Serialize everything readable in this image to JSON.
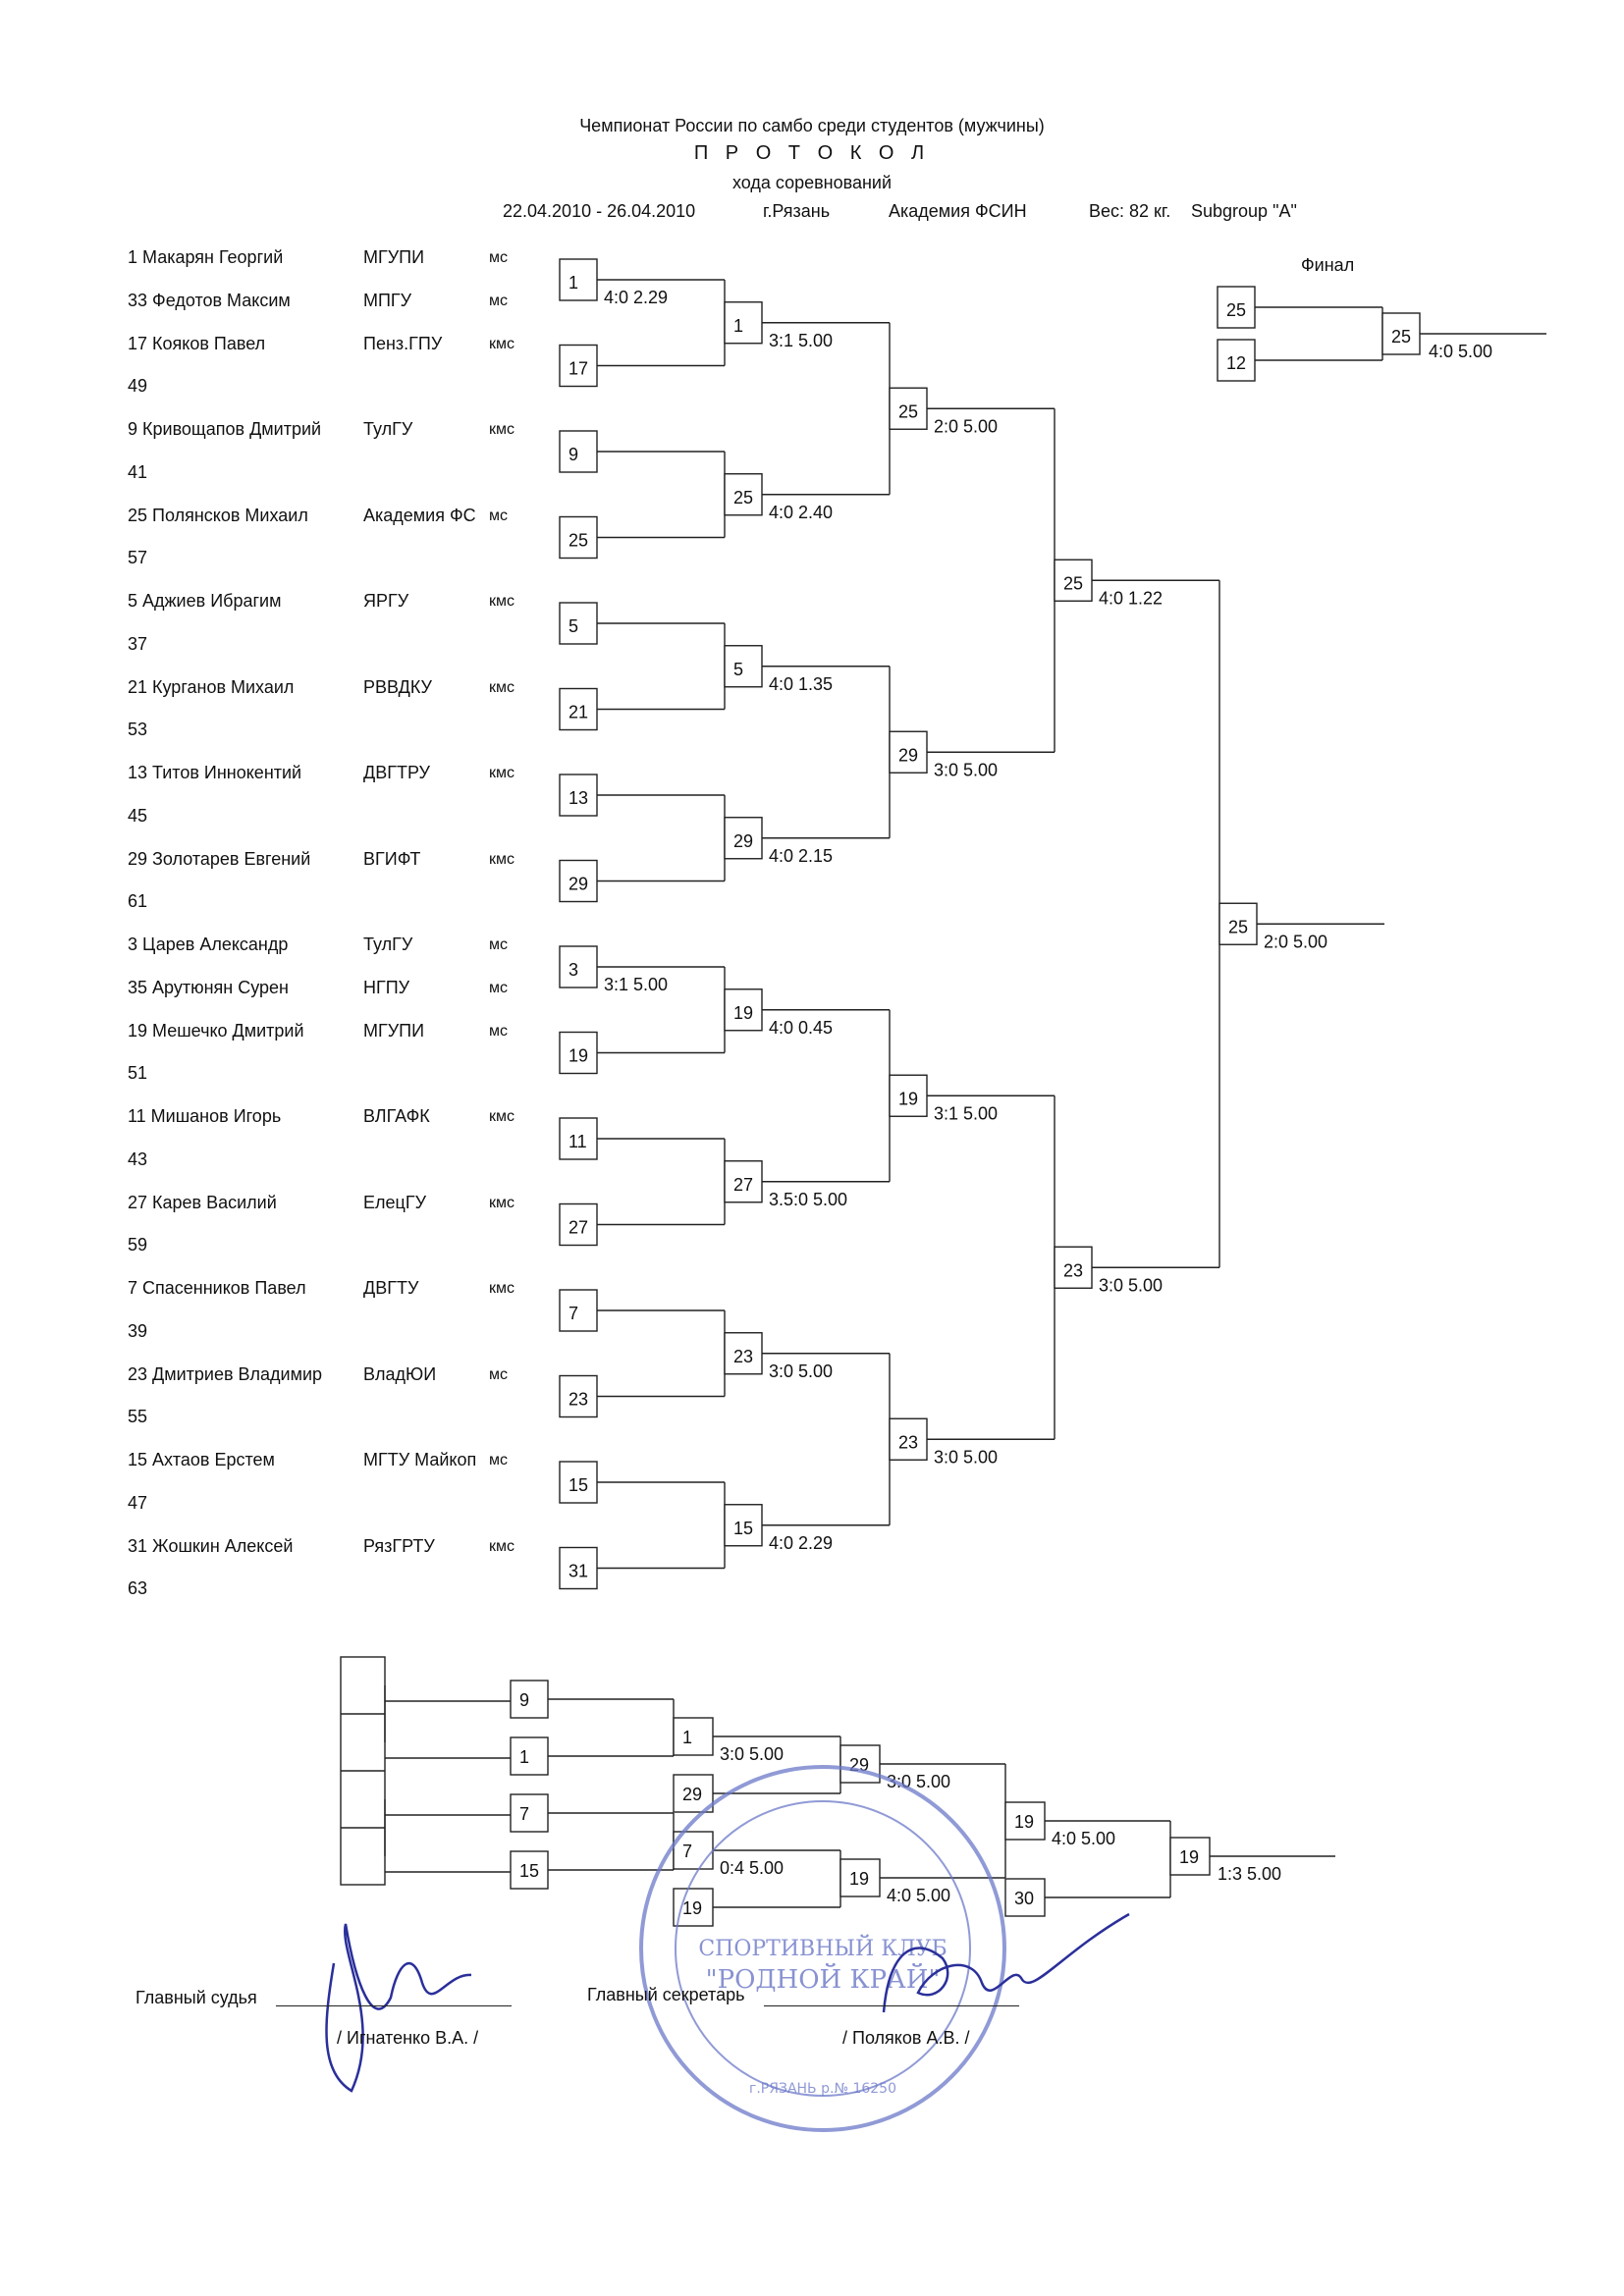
{
  "header": {
    "title": "Чемпионат России по самбо среди студентов (мужчины)",
    "protocol": "П Р О Т О К О Л",
    "subtitle": "хода соревнований",
    "dates": "22.04.2010 - 26.04.2010",
    "city": "г.Рязань",
    "venue": "Академия ФСИН",
    "weight": "Вес: 82 кг.",
    "subgroup": "Subgroup \"A\""
  },
  "participants": [
    {
      "text": "1   Макарян Георгий",
      "org": "МГУПИ",
      "rank": "мс"
    },
    {
      "text": "33 Федотов Максим",
      "org": "МПГУ",
      "rank": "мс"
    },
    {
      "text": "17 Кояков Павел",
      "org": "Пенз.ГПУ",
      "rank": "кмс"
    },
    {
      "text": "49",
      "org": "",
      "rank": ""
    },
    {
      "text": "9   Кривощапов Дмитрий",
      "org": "ТулГУ",
      "rank": "кмс"
    },
    {
      "text": "41",
      "org": "",
      "rank": ""
    },
    {
      "text": "25 Полянсков Михаил",
      "org": "Академия ФС",
      "rank": "мс"
    },
    {
      "text": "57",
      "org": "",
      "rank": ""
    },
    {
      "text": "5   Аджиев Ибрагим",
      "org": "ЯРГУ",
      "rank": "кмс"
    },
    {
      "text": "37",
      "org": "",
      "rank": ""
    },
    {
      "text": "21 Курганов Михаил",
      "org": "РВВДКУ",
      "rank": "кмс"
    },
    {
      "text": "53",
      "org": "",
      "rank": ""
    },
    {
      "text": "13 Титов Иннокентий",
      "org": "ДВГТРУ",
      "rank": "кмс"
    },
    {
      "text": "45",
      "org": "",
      "rank": ""
    },
    {
      "text": "29 Золотарев Евгений",
      "org": "ВГИФТ",
      "rank": "кмс"
    },
    {
      "text": "61",
      "org": "",
      "rank": ""
    },
    {
      "text": "3   Царев Александр",
      "org": "ТулГУ",
      "rank": "мс"
    },
    {
      "text": "35 Арутюнян Сурен",
      "org": "НГПУ",
      "rank": "мс"
    },
    {
      "text": "19 Мешечко Дмитрий",
      "org": "МГУПИ",
      "rank": "мс"
    },
    {
      "text": "51",
      "org": "",
      "rank": ""
    },
    {
      "text": "11 Мишанов Игорь",
      "org": "ВЛГАФК",
      "rank": "кмс"
    },
    {
      "text": "43",
      "org": "",
      "rank": ""
    },
    {
      "text": "27 Карев Василий",
      "org": "ЕлецГУ",
      "rank": "кмс"
    },
    {
      "text": "59",
      "org": "",
      "rank": ""
    },
    {
      "text": "7   Спасенников Павел",
      "org": "ДВГТУ",
      "rank": "кмс"
    },
    {
      "text": "39",
      "org": "",
      "rank": ""
    },
    {
      "text": "23 Дмитриев Владимир",
      "org": "ВладЮИ",
      "rank": "мс"
    },
    {
      "text": "55",
      "org": "",
      "rank": ""
    },
    {
      "text": "15 Ахтаов Ерстем",
      "org": "МГТУ Майкоп",
      "rank": "мс"
    },
    {
      "text": "47",
      "org": "",
      "rank": ""
    },
    {
      "text": "31 Жошкин Алексей",
      "org": "РязГРТУ",
      "rank": "кмс"
    },
    {
      "text": "63",
      "org": "",
      "rank": ""
    }
  ],
  "r1": [
    {
      "num": "1",
      "score": "4:0 2.29"
    },
    {
      "num": "17",
      "score": ""
    },
    {
      "num": "9",
      "score": ""
    },
    {
      "num": "25",
      "score": ""
    },
    {
      "num": "5",
      "score": ""
    },
    {
      "num": "21",
      "score": ""
    },
    {
      "num": "13",
      "score": ""
    },
    {
      "num": "29",
      "score": ""
    },
    {
      "num": "3",
      "score": "3:1 5.00"
    },
    {
      "num": "19",
      "score": ""
    },
    {
      "num": "11",
      "score": ""
    },
    {
      "num": "27",
      "score": ""
    },
    {
      "num": "7",
      "score": ""
    },
    {
      "num": "23",
      "score": ""
    },
    {
      "num": "15",
      "score": ""
    },
    {
      "num": "31",
      "score": ""
    }
  ],
  "r2": [
    {
      "num": "1",
      "score": "3:1 5.00"
    },
    {
      "num": "25",
      "score": "4:0 2.40"
    },
    {
      "num": "5",
      "score": "4:0 1.35"
    },
    {
      "num": "29",
      "score": "4:0 2.15"
    },
    {
      "num": "19",
      "score": "4:0 0.45"
    },
    {
      "num": "27",
      "score": "3.5:0 5.00"
    },
    {
      "num": "23",
      "score": "3:0 5.00"
    },
    {
      "num": "15",
      "score": "4:0 2.29"
    }
  ],
  "r3": [
    {
      "num": "25",
      "score": "2:0 5.00"
    },
    {
      "num": "29",
      "score": "3:0 5.00"
    },
    {
      "num": "19",
      "score": "3:1 5.00"
    },
    {
      "num": "23",
      "score": "3:0 5.00"
    }
  ],
  "r4": [
    {
      "num": "25",
      "score": "4:0 1.22"
    },
    {
      "num": "23",
      "score": "3:0 5.00"
    }
  ],
  "r5": {
    "num": "25",
    "score": "2:0 5.00"
  },
  "final": {
    "label": "Финал",
    "entrants": [
      "25",
      "12"
    ],
    "winner": "25",
    "score": "4:0 5.00"
  },
  "repechage": {
    "r1": [
      {
        "num": "9",
        "score": ""
      },
      {
        "num": "1",
        "score": ""
      },
      {
        "num": "7",
        "score": ""
      },
      {
        "num": "15",
        "score": ""
      }
    ],
    "r2": [
      {
        "num": "1",
        "score": "3:0 5.00"
      },
      {
        "num": "29",
        "score": ""
      },
      {
        "num": "7",
        "score": "0:4 5.00"
      },
      {
        "num": "19",
        "score": ""
      }
    ],
    "r3": [
      {
        "num": "29",
        "score": "3:0 5.00"
      },
      {
        "num": "19",
        "score": "4:0 5.00"
      }
    ],
    "r4": [
      {
        "num": "19",
        "score": "4:0 5.00"
      },
      {
        "num": "30",
        "score": ""
      }
    ],
    "r5": {
      "num": "19",
      "score": "1:3 5.00"
    }
  },
  "signatures": {
    "judge_label": "Главный судья",
    "judge_name": "/ Игнатенко В.А. /",
    "secretary_label": "Главный секретарь",
    "secretary_name": "/ Поляков А.В. /"
  },
  "stamp": {
    "line1": "СПОРТИВНЫЙ КЛУБ",
    "line2": "\"РОДНОЙ КРАЙ\"",
    "ring": "г.РЯЗАНЬ р.№ 16250",
    "color": "#6b78c8"
  },
  "ink_color": "#2a2f9a"
}
